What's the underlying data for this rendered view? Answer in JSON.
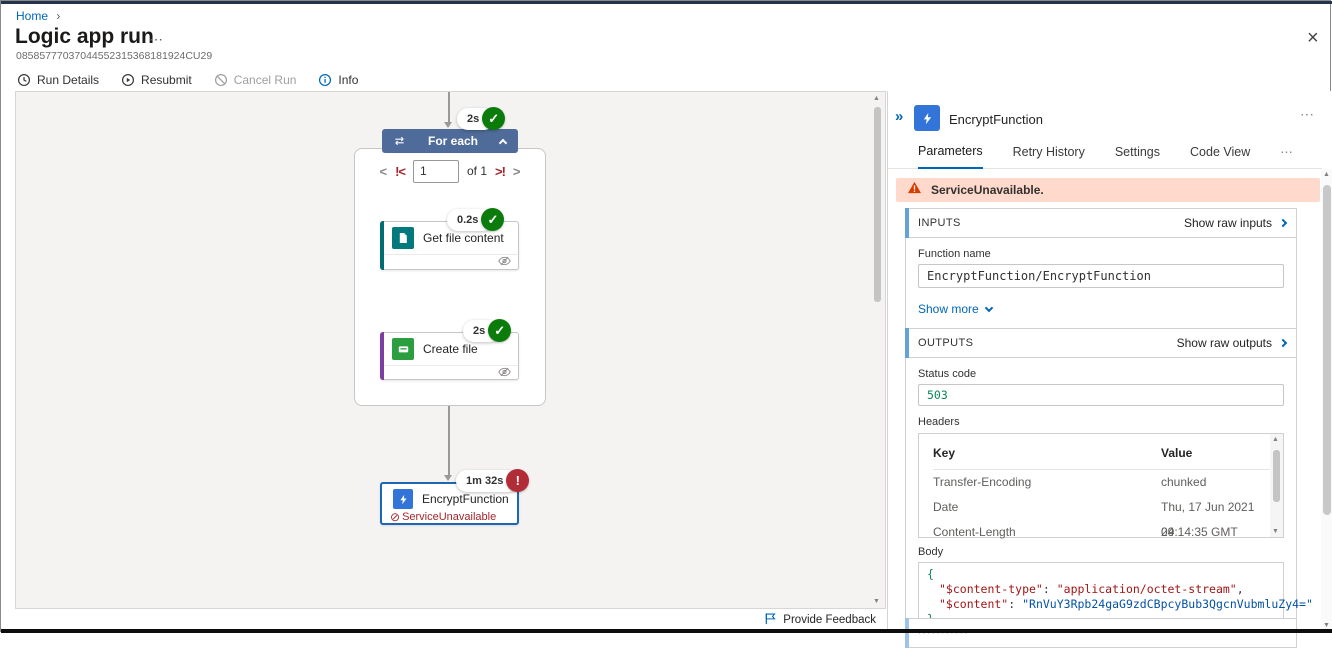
{
  "icons": {
    "check": "✓",
    "fail": "!",
    "breadcrumb_sep": "›",
    "more": "⋯",
    "close": "×",
    "collapse": "»",
    "slash_circle": "⊘",
    "up_arrow": "▲",
    "down_arrow": "▼"
  },
  "breadcrumb": {
    "home": "Home"
  },
  "header": {
    "title": "Logic app run",
    "run_id": "08585777037044552315368181924CU29"
  },
  "toolbar": {
    "run_details": "Run Details",
    "resubmit": "Resubmit",
    "cancel_run": "Cancel Run",
    "info": "Info"
  },
  "canvas": {
    "for_each": {
      "label": "For each",
      "duration": "2s"
    },
    "pagination": {
      "prev": "<",
      "prev_failed": "!<",
      "value": "1",
      "of_label": "of 1",
      "next_failed": ">!",
      "next": ">"
    },
    "steps": [
      {
        "label": "Get file content",
        "duration": "0.2s",
        "status": "Succeeded"
      },
      {
        "label": "Create file",
        "duration": "2s",
        "status": "Succeeded"
      },
      {
        "label": "EncryptFunction",
        "duration": "1m 32s",
        "status": "Failed",
        "error": "ServiceUnavailable"
      }
    ],
    "feedback": "Provide Feedback"
  },
  "panel": {
    "title": "EncryptFunction",
    "tabs": {
      "parameters": "Parameters",
      "retry_history": "Retry History",
      "settings": "Settings",
      "code_view": "Code View"
    },
    "warning": "ServiceUnavailable.",
    "inputs": {
      "heading": "INPUTS",
      "raw_link": "Show raw inputs",
      "function_name_label": "Function name",
      "function_name": "EncryptFunction/EncryptFunction",
      "show_more": "Show more"
    },
    "outputs": {
      "heading": "OUTPUTS",
      "raw_link": "Show raw outputs",
      "status_code_label": "Status code",
      "status_code": "503",
      "headers_label": "Headers",
      "table": {
        "col_key": "Key",
        "col_value": "Value",
        "rows": [
          {
            "key": "Transfer-Encoding",
            "value": "chunked"
          },
          {
            "key": "Date",
            "value": "Thu, 17 Jun 2021 04:14:35 GMT"
          },
          {
            "key": "Content-Length",
            "value": "29"
          }
        ]
      },
      "body_label": "Body",
      "body": {
        "open": "{",
        "close": "}",
        "key1": "\"$content-type\"",
        "colon": ": ",
        "val1": "\"application/octet-stream\"",
        "comma": ",",
        "key2": "\"$content\"",
        "val2": "\"RnVuY3Rpb24gaG9zdCBpcyBub3QgcnVubmluZy4=\""
      }
    },
    "cutoff_dots": "···········"
  },
  "colors": {
    "accent_blue": "#0067b8",
    "success_green": "#0b7c0b",
    "error_red": "#a4262c",
    "foreach_header": "#4e6b99",
    "warning_banner_bg": "#fed9cc",
    "function_icon_blue": "#3374d9",
    "get_file_accent": "#036c70",
    "create_file_accent": "#7d3f9d",
    "create_file_icon_green": "#2b9f3f"
  }
}
